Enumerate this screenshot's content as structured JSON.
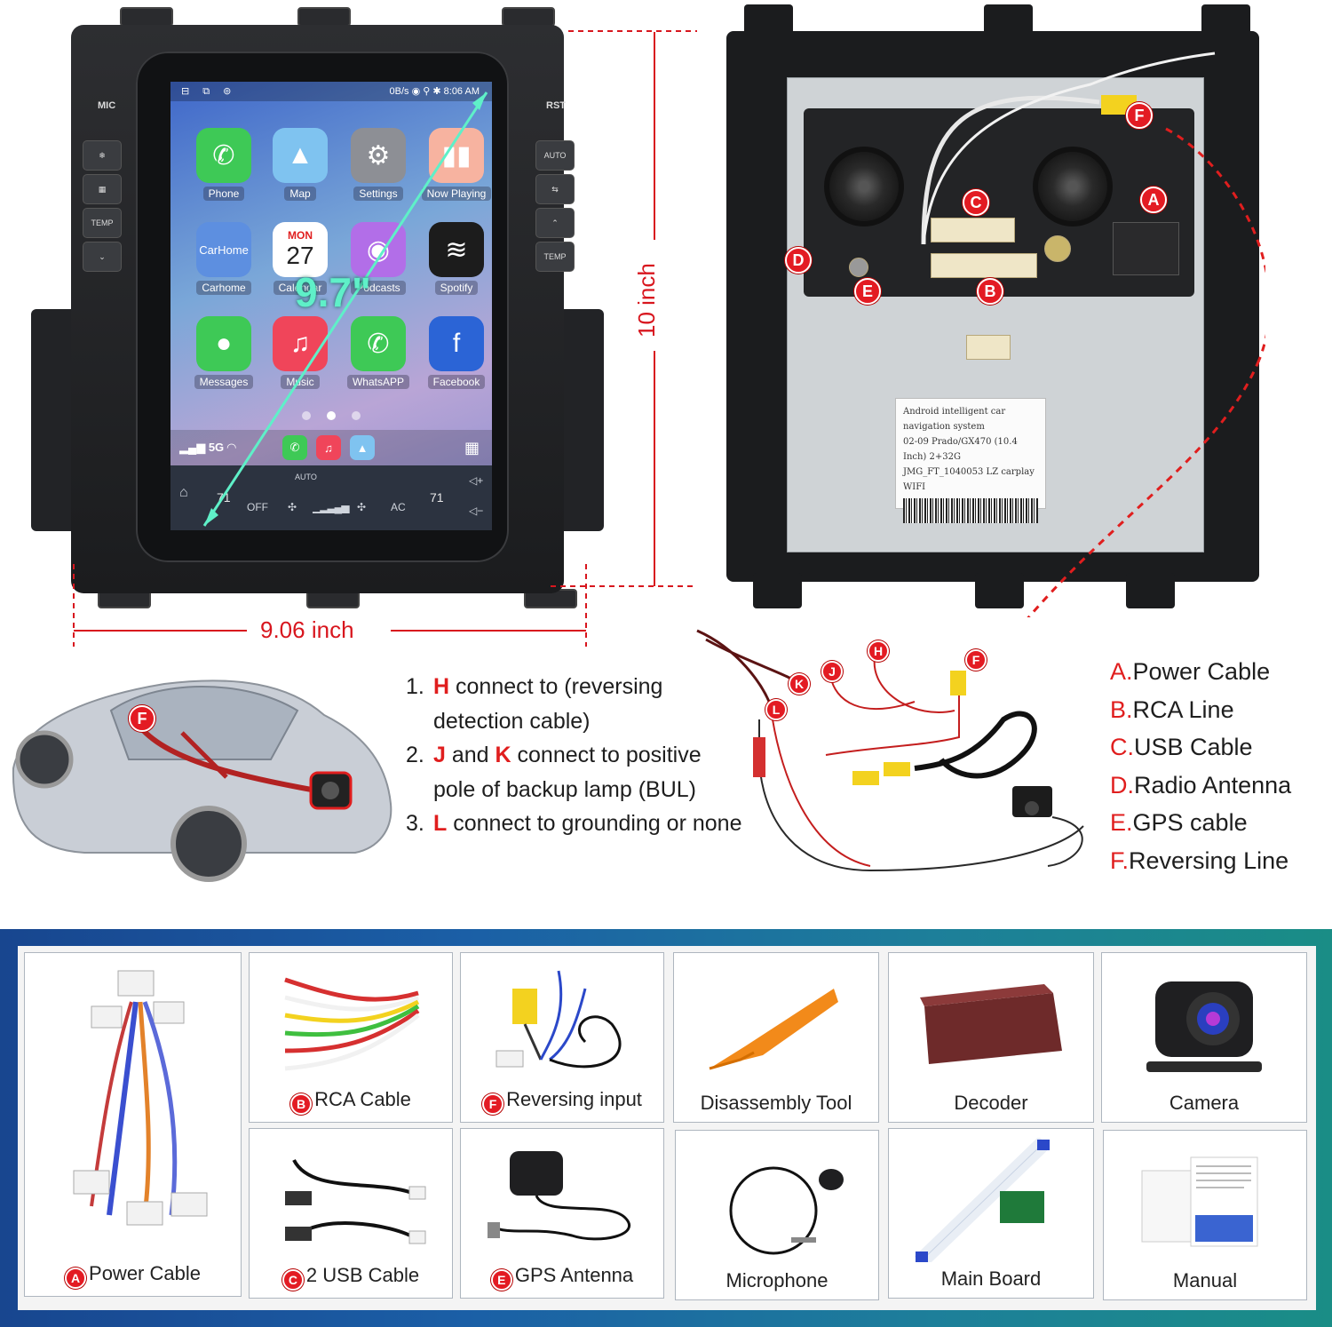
{
  "head_unit": {
    "status_bar": {
      "left_icons": "⊟ ⧉ ⊚",
      "speed": "0B/s",
      "time": "8:06 AM"
    },
    "buttons": {
      "mic": "MIC",
      "rst": "RST",
      "auto": "AUTO",
      "temp_left": "TEMP",
      "temp_right": "TEMP"
    },
    "apps": [
      {
        "name": "Phone",
        "color": "#3ec956",
        "glyph": "✆"
      },
      {
        "name": "Map",
        "color": "#7fc3f0",
        "glyph": "▲"
      },
      {
        "name": "Settings",
        "color": "#8d8f95",
        "glyph": "⚙"
      },
      {
        "name": "Now Playing",
        "color": "#f7b3a0",
        "glyph": "▮▮"
      },
      {
        "name": "Carhome",
        "color": "#5d8fe0",
        "glyph": "CarHome"
      },
      {
        "name": "Calendar",
        "color": "#ffffff",
        "glyph": "27"
      },
      {
        "name": "Podcasts",
        "color": "#b26ee8",
        "glyph": "◉"
      },
      {
        "name": "Spotify",
        "color": "#1c1c1c",
        "glyph": "≋"
      },
      {
        "name": "Messages",
        "color": "#3ec956",
        "glyph": "●"
      },
      {
        "name": "Music",
        "color": "#f0455a",
        "glyph": "♫"
      },
      {
        "name": "WhatsAPP",
        "color": "#3ec956",
        "glyph": "✆"
      },
      {
        "name": "Facebook",
        "color": "#2b64d6",
        "glyph": "f"
      }
    ],
    "calendar_month": "MON",
    "calendar_day": "27",
    "signal": "5G",
    "climate": {
      "left_temp": "71",
      "right_temp": "71",
      "off": "OFF",
      "ac": "AC",
      "auto": "AUTO"
    },
    "screen_size": "9.7\""
  },
  "dimensions": {
    "height": "10 inch",
    "width": "9.06 inch"
  },
  "back_unit": {
    "label_lines": [
      "Android intelligent car navigation system",
      "02-09 Prado/GX470 (10.4 Inch) 2+32G",
      "JMG_FT_1040053     LZ  carplay  WIFI"
    ],
    "markers": [
      "A",
      "B",
      "C",
      "D",
      "E",
      "F"
    ]
  },
  "wiring_markers": [
    "H",
    "J",
    "K",
    "L",
    "F"
  ],
  "car_marker": "F",
  "instructions": [
    {
      "num": "1.",
      "key": "H",
      "text": " connect to (reversing detection cable)"
    },
    {
      "num": "2.",
      "key": "J",
      "mid": " and ",
      "key2": "K",
      "text": " connect to positive pole of backup lamp (BUL)"
    },
    {
      "num": "3.",
      "key": "L",
      "text": " connect to grounding or none"
    }
  ],
  "legend": [
    {
      "key": "A.",
      "label": "Power Cable"
    },
    {
      "key": "B.",
      "label": "RCA Line"
    },
    {
      "key": "C.",
      "label": "USB Cable"
    },
    {
      "key": "D.",
      "label": "Radio Antenna"
    },
    {
      "key": "E.",
      "label": "GPS cable"
    },
    {
      "key": "F.",
      "label": "Reversing Line"
    }
  ],
  "accessories": [
    {
      "badge": "A",
      "label": "Power Cable"
    },
    {
      "badge": "B",
      "label": "RCA Cable"
    },
    {
      "badge": "F",
      "label": "Reversing input"
    },
    {
      "badge": "",
      "label": "Disassembly Tool"
    },
    {
      "badge": "",
      "label": "Decoder"
    },
    {
      "badge": "",
      "label": "Camera"
    },
    {
      "badge": "C",
      "label": "2 USB Cable"
    },
    {
      "badge": "E",
      "label": "GPS Antenna"
    },
    {
      "badge": "",
      "label": "Microphone"
    },
    {
      "badge": "",
      "label": "Main Board"
    },
    {
      "badge": "",
      "label": "Manual"
    }
  ],
  "colors": {
    "accent_red": "#e01e1e",
    "panel_blue": "#1b5fa6",
    "panel_teal": "#1a8d86",
    "screen_size_green": "#5ff0c8"
  }
}
